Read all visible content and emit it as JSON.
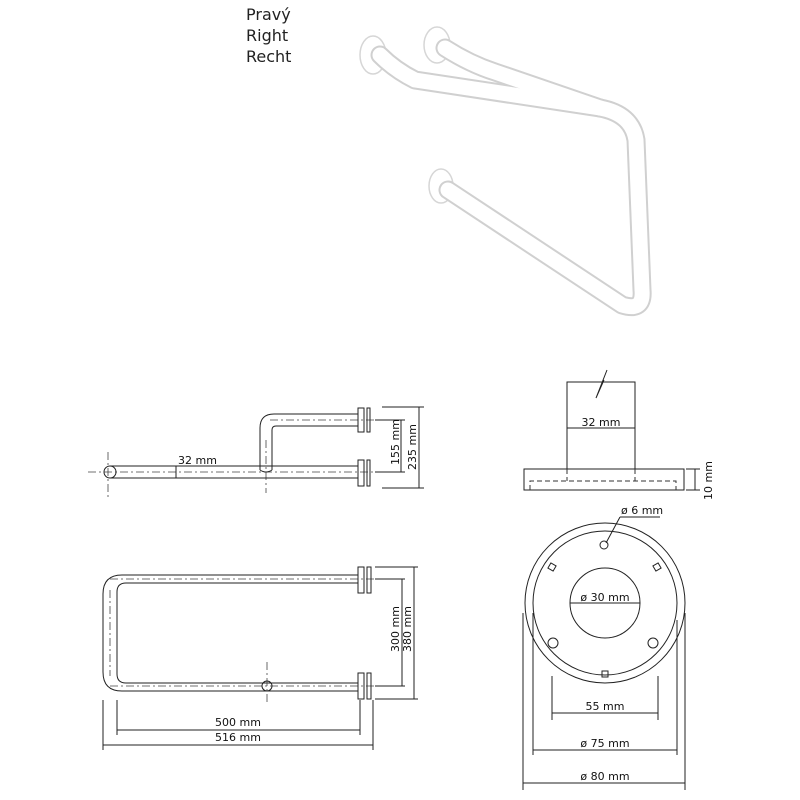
{
  "variant_labels": [
    "Pravý",
    "Right",
    "Recht"
  ],
  "side_view": {
    "pipe_diameter": "32 mm",
    "height_inner": "155 mm",
    "height_outer": "235 mm"
  },
  "top_view": {
    "inner_width": "300 mm",
    "outer_width": "380 mm",
    "length_inner": "500 mm",
    "length_outer": "516 mm"
  },
  "flange_section": {
    "tube_diameter": "32 mm",
    "thickness": "10 mm"
  },
  "flange_face": {
    "screw_hole": "ø 6 mm",
    "center_hole": "ø 30 mm",
    "hole_spacing": "55 mm",
    "inner_diameter": "ø 75 mm",
    "outer_diameter": "ø 80 mm"
  }
}
